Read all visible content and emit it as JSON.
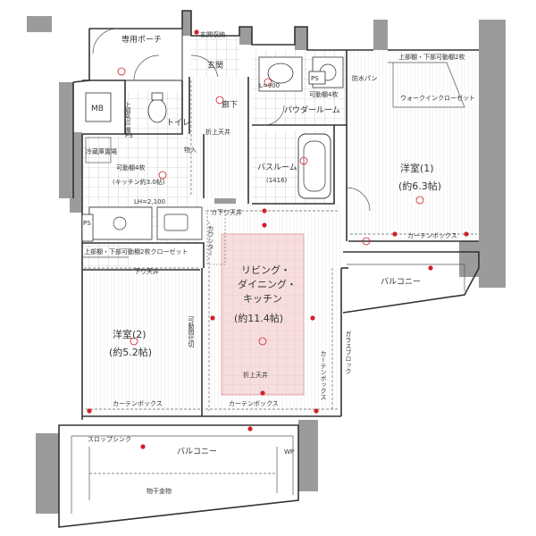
{
  "rooms": {
    "private_porch": "専用ポーチ",
    "entrance_storage": "玄関収納",
    "entrance": "玄関",
    "mb": "MB",
    "toilet": "トイレ",
    "upper_cabinet": "上部吊戸棚",
    "hallway": "廊下",
    "lowered_ceiling": "下り天井",
    "ps_left": "PS",
    "ps_top": "PS",
    "ps_kitchen": "PS",
    "fridge_area": "冷蔵庫置場",
    "movable_shelf_kitchen": "可動棚4枚",
    "kitchen": "(キッチン約3.0帖)",
    "movable_shelf_powder": "可動棚4枚",
    "powder_room": "パウダールーム",
    "waterproof_pan": "防水パン",
    "l_dimension": "L=900",
    "lh_dimension": "LH=2,100",
    "bathroom": "バスルーム",
    "bath_size": "(1416)",
    "closet_top": "上部棚・下部可動棚2枚",
    "walk_in_closet": "ウォークインクローゼット",
    "western1_name": "洋室(1)",
    "western1_size": "(約6.3帖)",
    "curtain_box_r1": "カーテンボックス",
    "balcony_right": "バルコニー",
    "closet_left": "上部棚・下部可動棚2枚クローゼット",
    "downstep_ceiling_left": "下り天井",
    "western2_name": "洋室(2)",
    "western2_size": "(約5.2帖)",
    "movable_partition": "可動間仕切",
    "ldk_line1": "リビング・",
    "ldk_line2": "ダイニング・",
    "ldk_line3": "キッチン",
    "ldk_size": "(約11.4帖)",
    "counter": "カウンター",
    "downstep_ceiling_mid": "カ下り天井",
    "folded_ceiling_top": "折上天井",
    "folded_ceiling_ldk": "折上天井",
    "curtain_box_r2": "カーテンボックス",
    "curtain_box_ldk": "カーテンボックス",
    "curtain_box_vert": "カーテンボックス",
    "glass_block": "ガラスブロック",
    "slop_sink": "スロップシンク",
    "balcony_bottom": "バルコニー",
    "laundry_hardware": "物干金物",
    "storage_in": "物入",
    "wp": "WP"
  }
}
